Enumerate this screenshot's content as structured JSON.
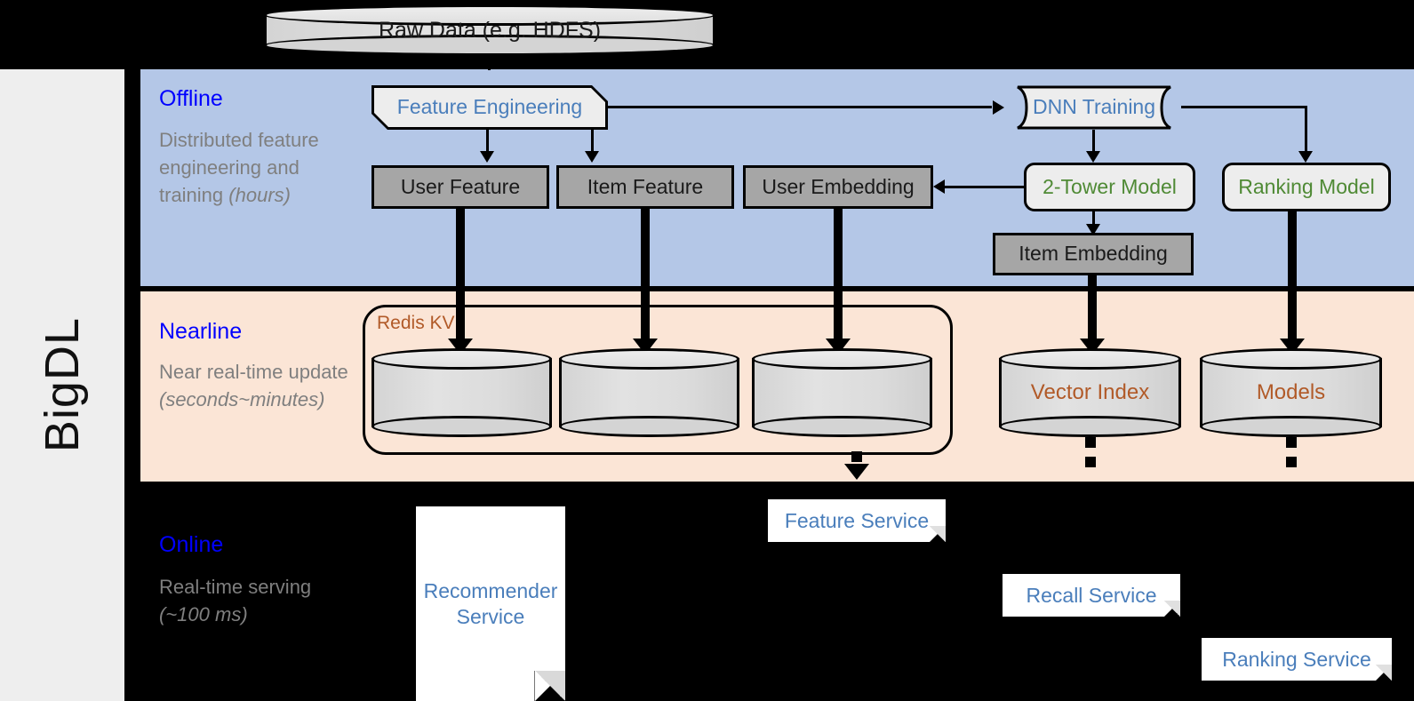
{
  "framework": {
    "name": "BigDL"
  },
  "source": {
    "label": "Raw Data (e.g. HDFS)"
  },
  "bands": {
    "offline": {
      "title": "Offline",
      "subtitle": "Distributed feature engineering and training ",
      "subtitle_em": "(hours)",
      "bg": "#b4c7e7",
      "title_color": "#0000ff"
    },
    "nearline": {
      "title": "Nearline",
      "subtitle": "Near real-time update ",
      "subtitle_em": "(seconds~minutes)",
      "bg": "#fbe5d6",
      "title_color": "#0000ff"
    },
    "online": {
      "title": "Online",
      "subtitle": "Real-time serving ",
      "subtitle_em": "(~100 ms)",
      "bg": "#000000",
      "title_color": "#0000ff"
    }
  },
  "offline_nodes": {
    "feature_engineering": "Feature Engineering",
    "dnn_training": "DNN Training",
    "user_feature": "User Feature",
    "item_feature": "Item Feature",
    "user_embedding": "User Embedding",
    "two_tower_model": "2-Tower Model",
    "ranking_model": "Ranking Model",
    "item_embedding": "Item Embedding"
  },
  "nearline_nodes": {
    "redis_kv": "Redis KV",
    "store_1": "",
    "store_2": "",
    "store_3": "",
    "vector_index": "Vector Index",
    "models": "Models"
  },
  "online_nodes": {
    "recommender_service": "Recommender Service",
    "feature_service": "Feature Service",
    "recall_service": "Recall Service",
    "ranking_service": "Ranking Service"
  },
  "colors": {
    "blue_text": "#4a7ebb",
    "green_text": "#4f8a35",
    "brown_text": "#b15a28",
    "gray_fill": "#a6a6a6",
    "light_fill": "#ededed"
  }
}
